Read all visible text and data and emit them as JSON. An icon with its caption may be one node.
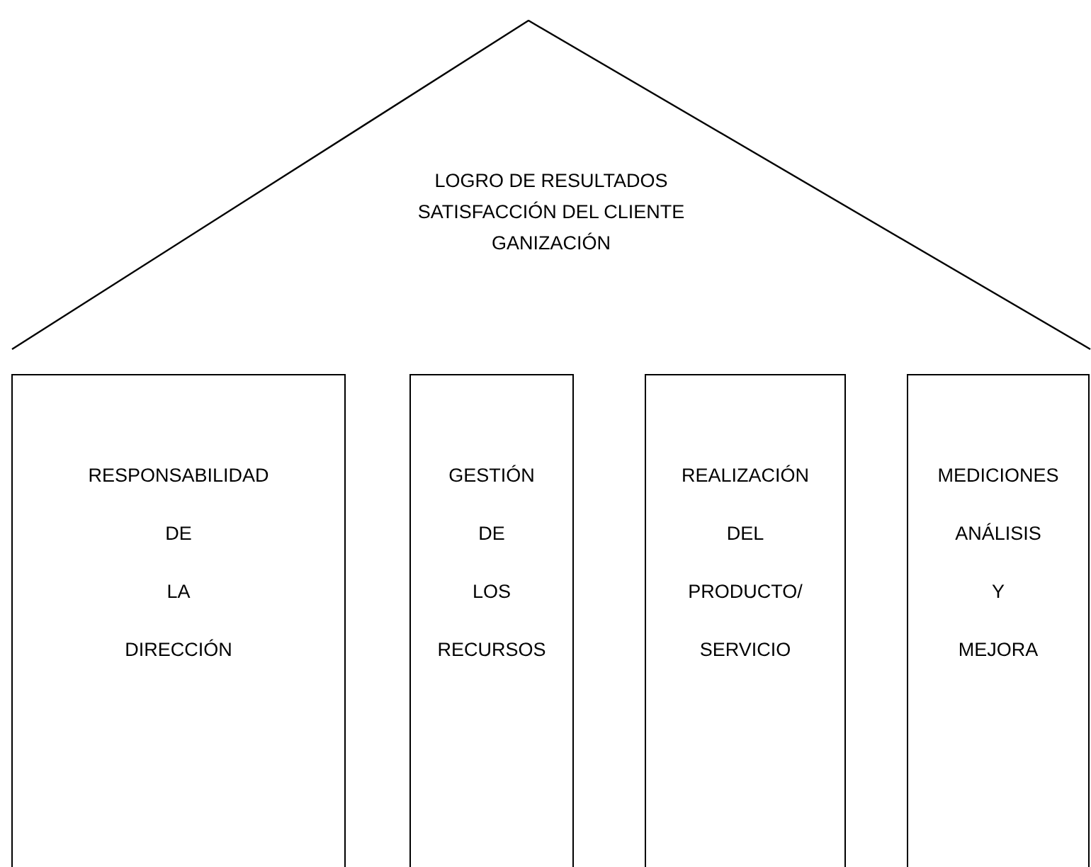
{
  "diagram": {
    "nodes": [
      {
        "text": [
          "LOGRO DE RESULTADOS",
          "SATISFACCIÓN DEL CLIENTE",
          "GANIZACIÓN"
        ]
      },
      {
        "text": [
          "RESPONSABILIDAD DE LA DIRECCIÓN"
        ]
      },
      {
        "text": [
          "GESTIÓN DE LOS RECURSOS"
        ]
      },
      {
        "text": [
          "REALIZACIÓN DEL PRODUCTO/ SERVICIO"
        ]
      },
      {
        "text": [
          "MEDICIONES ANÁLISIS Y MEJORA"
        ]
      }
    ]
  }
}
